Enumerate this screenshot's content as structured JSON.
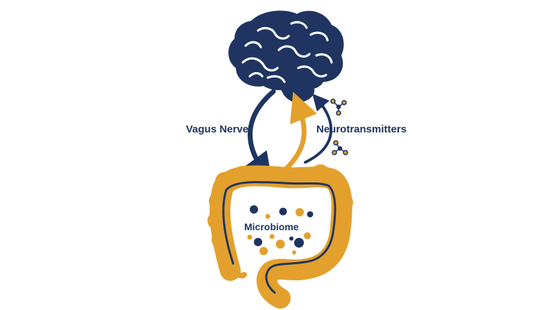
{
  "labels": {
    "vagus": "Vagus Nerve",
    "neurotransmitters": "Neurotransmitters",
    "microbiome": "Microbiome"
  },
  "colors": {
    "navy": "#1f3461",
    "gold": "#e3a02c",
    "background": "#ffffff"
  },
  "icons": [
    "brain-icon",
    "intestine-icon",
    "molecule-icon"
  ]
}
